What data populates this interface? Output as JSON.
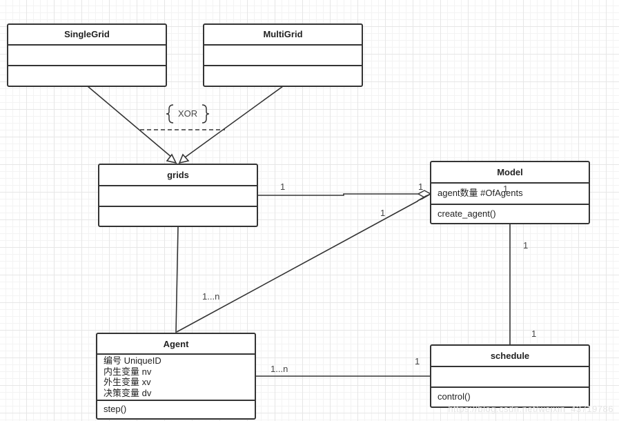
{
  "classes": {
    "single_grid": {
      "name": "SingleGrid"
    },
    "multi_grid": {
      "name": "MultiGrid"
    },
    "grids": {
      "name": "grids"
    },
    "model": {
      "name": "Model",
      "attribute": "agent数量 #OfAgents",
      "method": "create_agent()"
    },
    "agent": {
      "name": "Agent",
      "attributes": [
        "编号 UniqueID",
        "内生变量 nv",
        "外生变量 xv",
        "决策变量 dv"
      ],
      "method": "step()"
    },
    "schedule": {
      "name": "schedule",
      "method": "control()"
    }
  },
  "constraint": {
    "label": "XOR"
  },
  "multiplicities": {
    "grids_model_near_grids": "1",
    "grids_model_near_model": "1",
    "model_inner": "1",
    "agent_model_near_model": "1",
    "grids_agent_near_agent": "1...n",
    "model_schedule_near_model": "1",
    "model_schedule_near_schedule": "1",
    "agent_schedule_near_agent": "1...n",
    "agent_schedule_near_schedule": "1"
  },
  "watermark": "https://blog.csdn.net/weixin_43719786"
}
